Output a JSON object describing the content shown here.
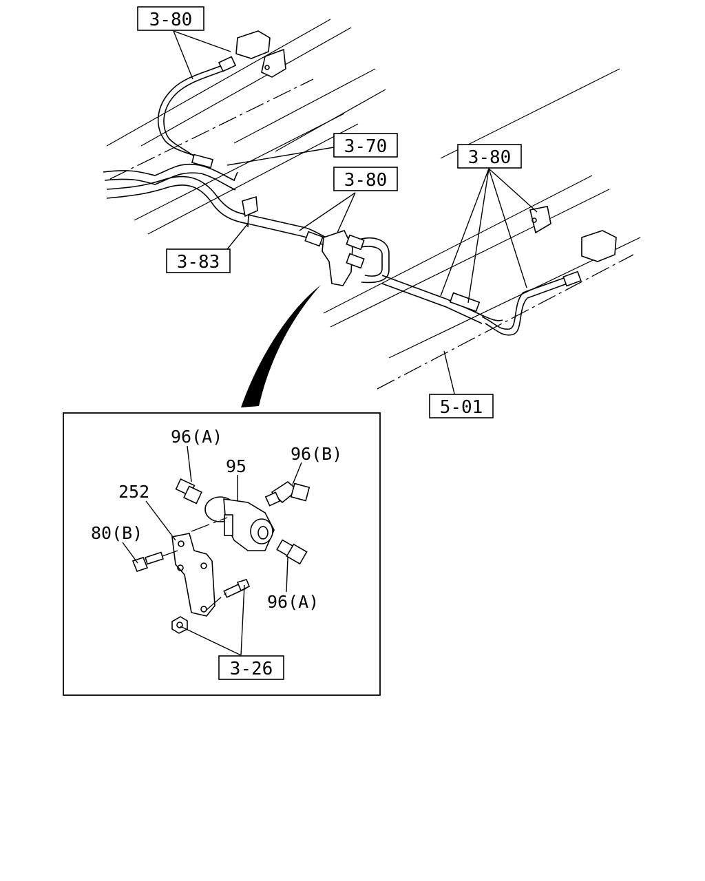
{
  "callouts": {
    "top_left": "3-80",
    "upper_mid": "3-70",
    "mid": "3-80",
    "right": "3-80",
    "left_bracket": "3-83",
    "frame": "5-01"
  },
  "detail": {
    "connector_a_top": "96(A)",
    "valve": "95",
    "connector_b": "96(B)",
    "bracket": "252",
    "bolt": "80(B)",
    "connector_a_bottom": "96(A)",
    "fasteners": "3-26"
  }
}
